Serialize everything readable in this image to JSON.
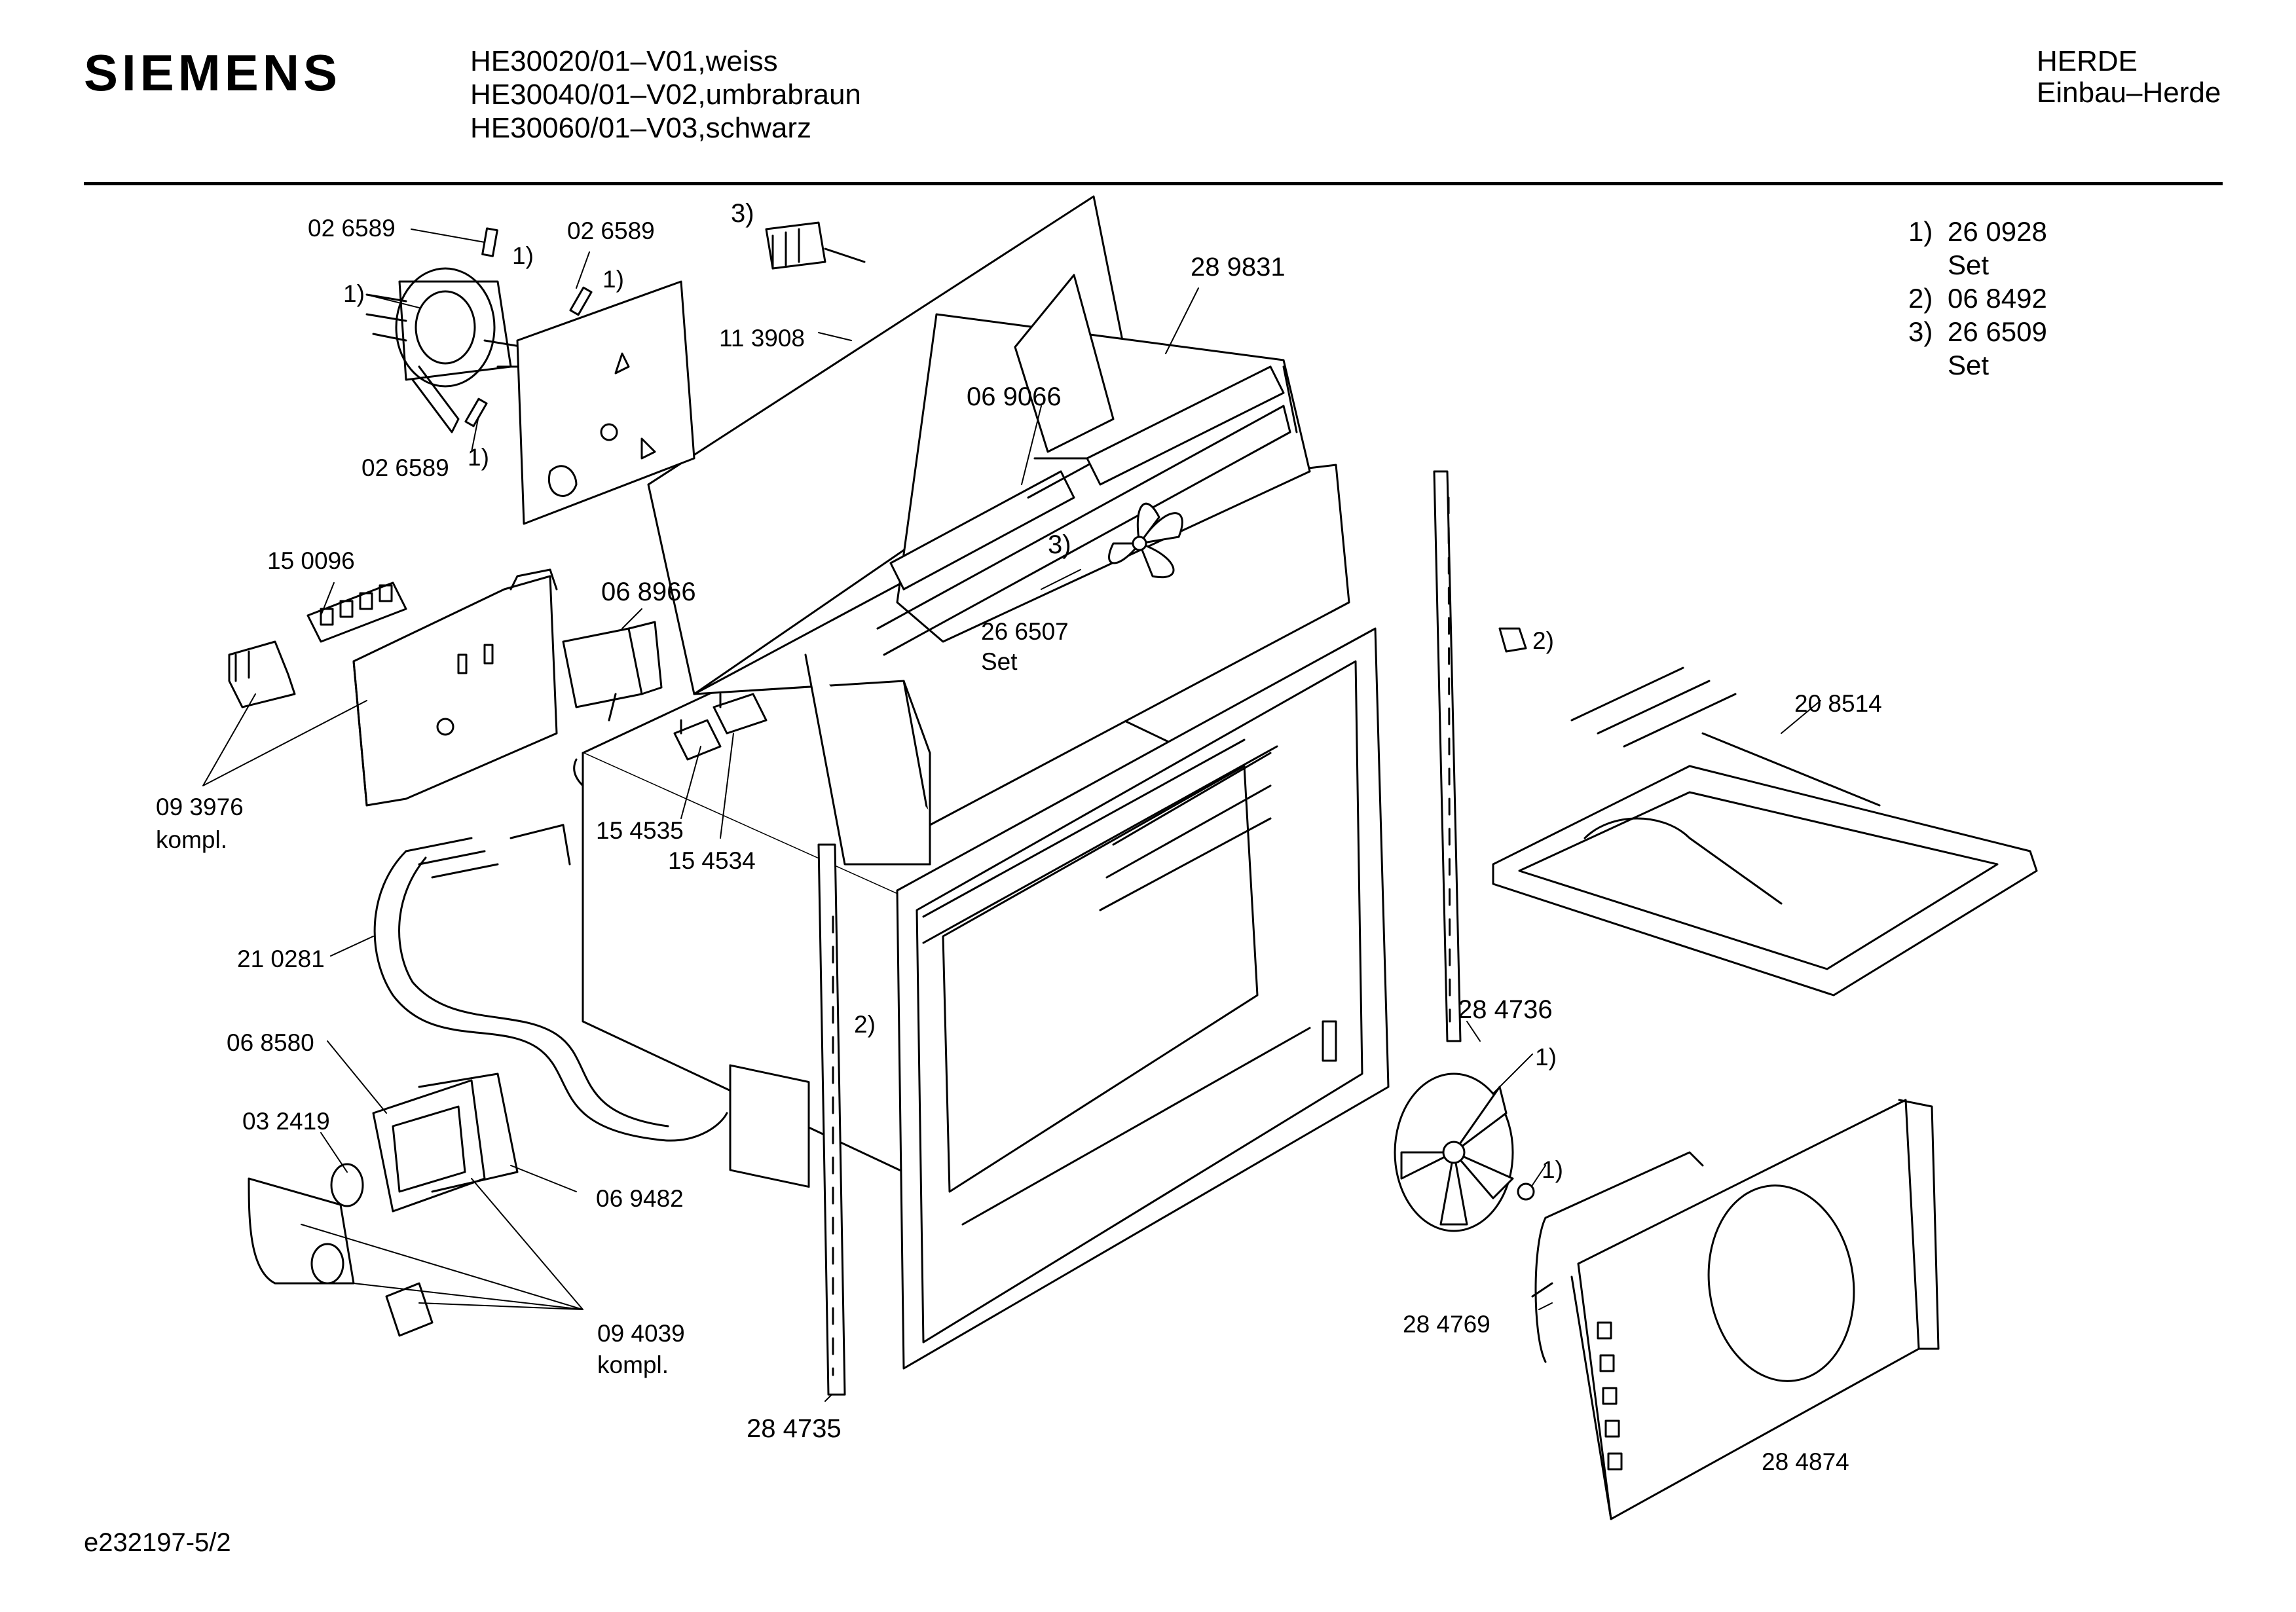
{
  "header": {
    "brand": "SIEMENS",
    "models": [
      "HE30020/01–V01,weiss",
      "HE30040/01–V02,umbrabraun",
      "HE30060/01–V03,schwarz"
    ],
    "category": "HERDE",
    "subcategory": "Einbau–Herde"
  },
  "legend": [
    {
      "key": "1)",
      "part": "26 0928",
      "note": "Set"
    },
    {
      "key": "2)",
      "part": "06 8492",
      "note": ""
    },
    {
      "key": "3)",
      "part": "26 6509",
      "note": "Set"
    }
  ],
  "labels": {
    "p026589_a": "02 6589",
    "p026589_b": "02 6589",
    "p026589_c": "02 6589",
    "ref1_a": "1)",
    "ref1_b": "1)",
    "ref1_c": "1)",
    "ref1_d": "1)",
    "ref3_a": "3)",
    "ref3_b": "3)",
    "p113908": "11 3908",
    "p289831": "28 9831",
    "p069066": "06 9066",
    "p266507": "26 6507",
    "p266507_set": "Set",
    "p150096": "15 0096",
    "p068966": "06 8966",
    "p093976": "09 3976",
    "p093976_kompl": "kompl.",
    "p154535": "15 4535",
    "p154534": "15 4534",
    "p210281": "21 0281",
    "p068580": "06 8580",
    "p032419": "03 2419",
    "p069482": "06 9482",
    "p094039": "09 4039",
    "p094039_kompl": "kompl.",
    "p284735": "28 4735",
    "ref2_a": "2)",
    "ref2_b": "2)",
    "p208514": "20 8514",
    "p284736": "28 4736",
    "ref1_fan": "1)",
    "ref1_nut": "1)",
    "p284769": "28 4769",
    "p284874": "28 4874"
  },
  "footer": {
    "doc_id": "e232197-5/2"
  }
}
